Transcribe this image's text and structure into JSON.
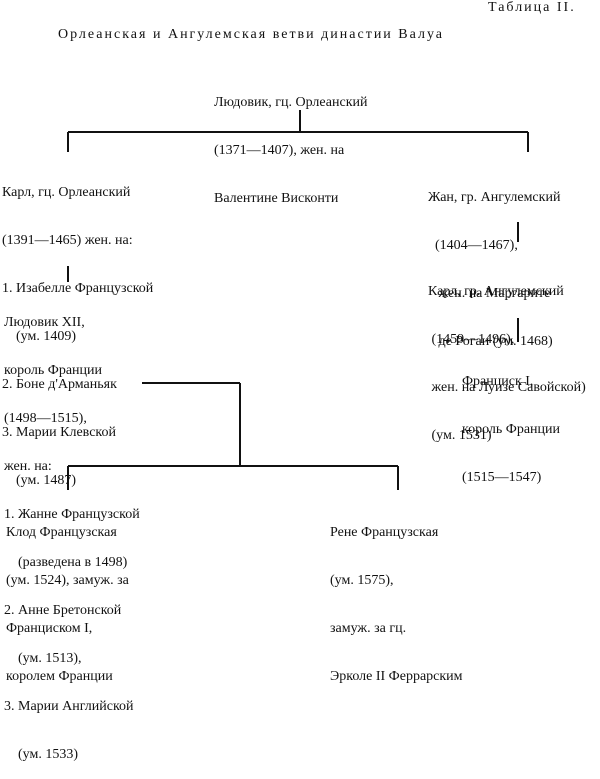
{
  "table_label": "Таблица II.",
  "title": "Орлеанская и Ангулемская ветви династии Валуа",
  "nodes": {
    "louis": [
      "Людовик, гц. Орлеанский",
      "(1371—1407), жен. на",
      "Валентине Висконти"
    ],
    "charles": [
      "Карл, гц. Орлеанский",
      "(1391—1465) жен. на:",
      "1. Изабелле Французской",
      "    (ум. 1409)",
      "2. Боне д'Арманьяк",
      "3. Марии Клевской",
      "    (ум. 1487)"
    ],
    "jean": [
      "Жан, гр. Ангулемский",
      "  (1404—1467),",
      "   жен. на Маргарите",
      "   де Роган (ум. 1468)"
    ],
    "charles_ang": [
      "Карл, гр. Ангулемский",
      " (1459—1496),",
      " жен. на Луизе Савойской)",
      " (ум. 1531)"
    ],
    "francis": [
      "Франциск I,",
      "король Франции",
      "(1515—1547)"
    ],
    "louis12": [
      "Людовик XII,",
      "король Франции",
      "(1498—1515),",
      "жен. на:",
      "1. Жанне Французской",
      "    (разведена в 1498)",
      "2. Анне Бретонской",
      "    (ум. 1513),",
      "3. Марии Английской",
      "    (ум. 1533)"
    ],
    "claude": [
      "Клод Французская",
      "(ум. 1524), замуж. за",
      "Франциском I,",
      "королем Франции"
    ],
    "renee": [
      "Рене Французская",
      "(ум. 1575),",
      "замуж. за гц.",
      "Эрколе II Феррарским"
    ]
  }
}
